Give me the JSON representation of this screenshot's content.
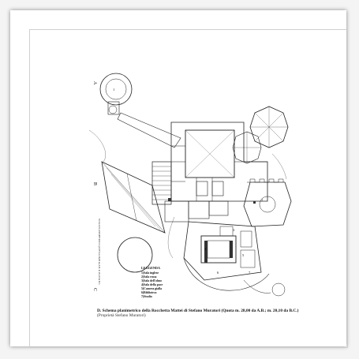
{
  "figure": {
    "caption_title": "D. Schema planimetrico della Rocchetta Mattei di Stefano Muratori (Quota m. 28,00 da A.B.; m. 20,10 da B.C.)",
    "caption_credit": "(Proprietà Stefano Muratori)"
  },
  "plan": {
    "section_labels": [
      "A",
      "B",
      "C"
    ],
    "vertical_note": "SCALA  PLANIMETRICO  QUOTA  m 28,00 da A.B.  m 20,10 da B.C.",
    "legend_title": "LEGGENDA",
    "legend_items": [
      "1)Sala inglese",
      "2)Sala rossa",
      "3)Sala dell'olmo",
      "4)Sala della pace",
      "5)Camera gialla",
      "6)Biblioteca",
      "7)Studio"
    ]
  }
}
